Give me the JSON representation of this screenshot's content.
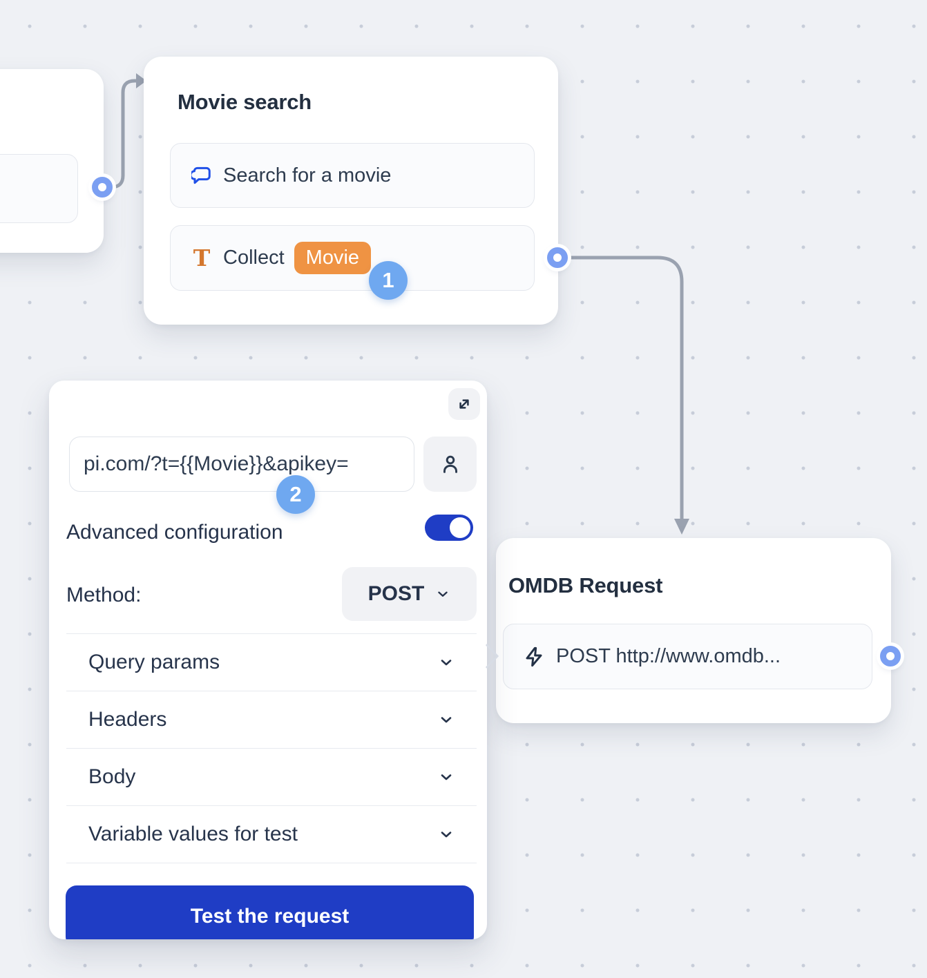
{
  "canvas": {
    "background": "#eff1f5",
    "dot_color": "#c7cdd9",
    "connector_color": "#9aa2b0"
  },
  "colors": {
    "deep_blue": "#1f3dc5",
    "accent_blue": "#2050e8",
    "step_badge_blue": "#6fa8f0",
    "port_ring_blue": "#7b9ff2",
    "orange_badge": "#ef9343",
    "orange_icon": "#d4772e",
    "navy_text": "#25324a"
  },
  "nodes": {
    "movie_search": {
      "title": "Movie search",
      "items": [
        {
          "icon": "chat-bubble-icon",
          "label": "Search for a movie"
        },
        {
          "icon": "text-input-icon",
          "icon_glyph": "T",
          "label": "Collect",
          "variable_badge": "Movie"
        }
      ]
    },
    "omdb_request": {
      "title": "OMDB Request",
      "items": [
        {
          "icon": "lightning-icon",
          "label": "POST http://www.omdb..."
        }
      ]
    }
  },
  "panel": {
    "url_value": "pi.com/?t={{Movie}}&apikey=",
    "advanced_configuration_label": "Advanced configuration",
    "advanced_configuration_enabled": true,
    "method_label": "Method:",
    "method_value": "POST",
    "sections": [
      "Query params",
      "Headers",
      "Body",
      "Variable values for test"
    ],
    "test_button_label": "Test the request"
  },
  "step_badges": {
    "step1": "1",
    "step2": "2"
  }
}
